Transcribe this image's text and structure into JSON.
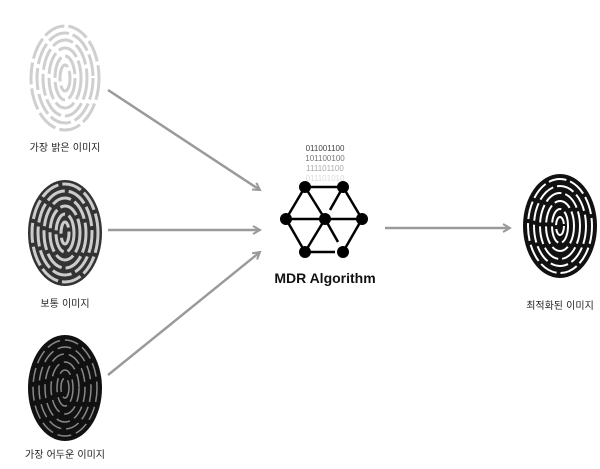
{
  "inputs": [
    {
      "label": "가장 밝은 이미지",
      "tone": "light"
    },
    {
      "label": "보통 이미지",
      "tone": "medium"
    },
    {
      "label": "가장 어두운 이미지",
      "tone": "dark"
    }
  ],
  "algorithm": {
    "title": "MDR Algorithm",
    "binary": [
      "011001100",
      "101100100",
      "111101100",
      "011101010"
    ]
  },
  "output": {
    "label": "최적화된 이미지"
  },
  "colors": {
    "arrow": "#9a9a9a",
    "node": "#000000"
  }
}
